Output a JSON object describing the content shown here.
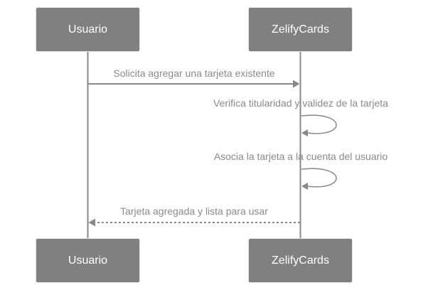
{
  "diagram": {
    "type": "sequence-diagram",
    "actors": [
      {
        "id": "usuario",
        "name": "Usuario"
      },
      {
        "id": "zelifycards",
        "name": "ZelifyCards"
      }
    ],
    "messages": [
      {
        "index": 1,
        "from": "Usuario",
        "to": "ZelifyCards",
        "style": "solid-arrow",
        "text": "Solicita agregar una tarjeta existente"
      },
      {
        "index": 2,
        "from": "ZelifyCards",
        "to": "ZelifyCards",
        "style": "self-loop",
        "text": "Verifica titularidad y validez de la tarjeta"
      },
      {
        "index": 3,
        "from": "ZelifyCards",
        "to": "ZelifyCards",
        "style": "self-loop",
        "text": "Asocia la tarjeta a la cuenta del usuario"
      },
      {
        "index": 4,
        "from": "ZelifyCards",
        "to": "Usuario",
        "style": "dashed-arrow",
        "text": "Tarjeta agregada y lista para usar"
      }
    ],
    "colors": {
      "background": "#ffffff",
      "actor_fill": "#808080",
      "actor_border": "#e6e6e6",
      "actor_text": "#ffffff",
      "line": "#888888",
      "message_text": "#8a8a8a"
    }
  }
}
